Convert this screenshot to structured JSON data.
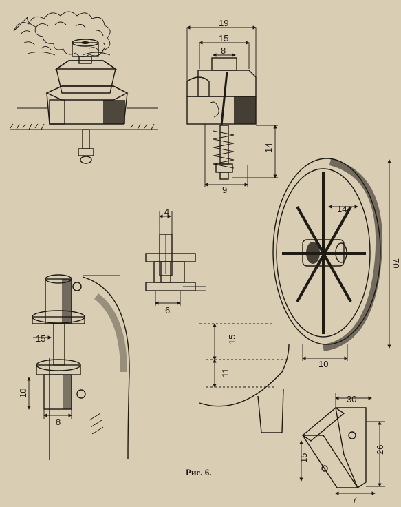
{
  "figure": {
    "caption": "Рис. 6.",
    "colors": {
      "paper": "#d9cdb3",
      "ink": "#1e1a14",
      "shade": "#5a4f3d"
    }
  },
  "dimensions": {
    "nut_outer_width": "19",
    "nut_mid_width": "15",
    "nut_top_width": "8",
    "nut_height": "14",
    "nut_base_width": "9",
    "nozzle_bore": "4",
    "nozzle_body": "6",
    "wheel_hub": "14",
    "wheel_diameter": "70",
    "wheel_width": "10",
    "stand_upper": "15",
    "stand_lower": "11",
    "axle_diameter": "15",
    "axle_height": "10",
    "axle_base": "8",
    "bracket_width": "30",
    "bracket_height": "26",
    "bracket_flange": "15",
    "bracket_thickness": "7"
  }
}
